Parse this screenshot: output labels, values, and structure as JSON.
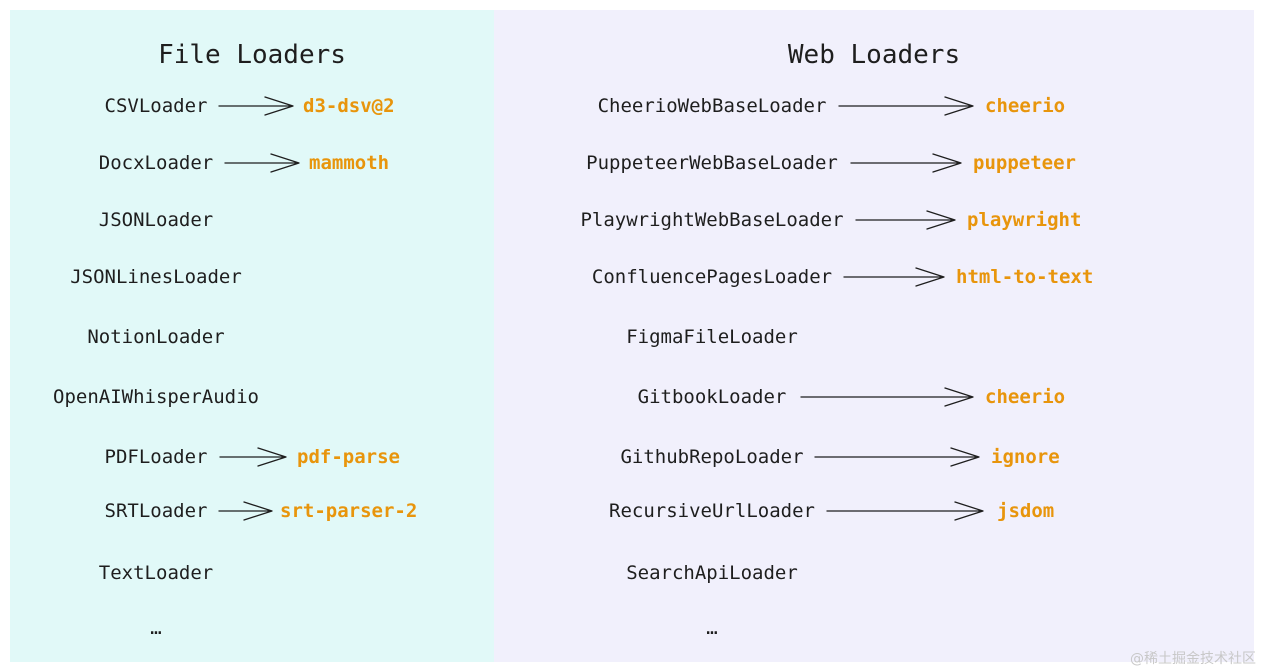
{
  "accent_color": "#e8950c",
  "file_loaders": {
    "title": "File Loaders",
    "items": [
      {
        "label": "CSVLoader",
        "dep": "d3-dsv@2"
      },
      {
        "label": "DocxLoader",
        "dep": "mammoth"
      },
      {
        "label": "JSONLoader",
        "dep": null
      },
      {
        "label": "JSONLinesLoader",
        "dep": null
      },
      {
        "label": "NotionLoader",
        "dep": null
      },
      {
        "label": "OpenAIWhisperAudio",
        "dep": null
      },
      {
        "label": "PDFLoader",
        "dep": "pdf-parse"
      },
      {
        "label": "SRTLoader",
        "dep": "srt-parser-2"
      },
      {
        "label": "TextLoader",
        "dep": null
      },
      {
        "label": "…",
        "dep": null
      }
    ]
  },
  "web_loaders": {
    "title": "Web Loaders",
    "items": [
      {
        "label": "CheerioWebBaseLoader",
        "dep": "cheerio"
      },
      {
        "label": "PuppeteerWebBaseLoader",
        "dep": "puppeteer"
      },
      {
        "label": "PlaywrightWebBaseLoader",
        "dep": "playwright"
      },
      {
        "label": "ConfluencePagesLoader",
        "dep": "html-to-text"
      },
      {
        "label": "FigmaFileLoader",
        "dep": null
      },
      {
        "label": "GitbookLoader",
        "dep": "cheerio"
      },
      {
        "label": "GithubRepoLoader",
        "dep": "ignore"
      },
      {
        "label": "RecursiveUrlLoader",
        "dep": "jsdom"
      },
      {
        "label": "SearchApiLoader",
        "dep": null
      },
      {
        "label": "…",
        "dep": null
      }
    ]
  },
  "watermark": "@稀土掘金技术社区"
}
